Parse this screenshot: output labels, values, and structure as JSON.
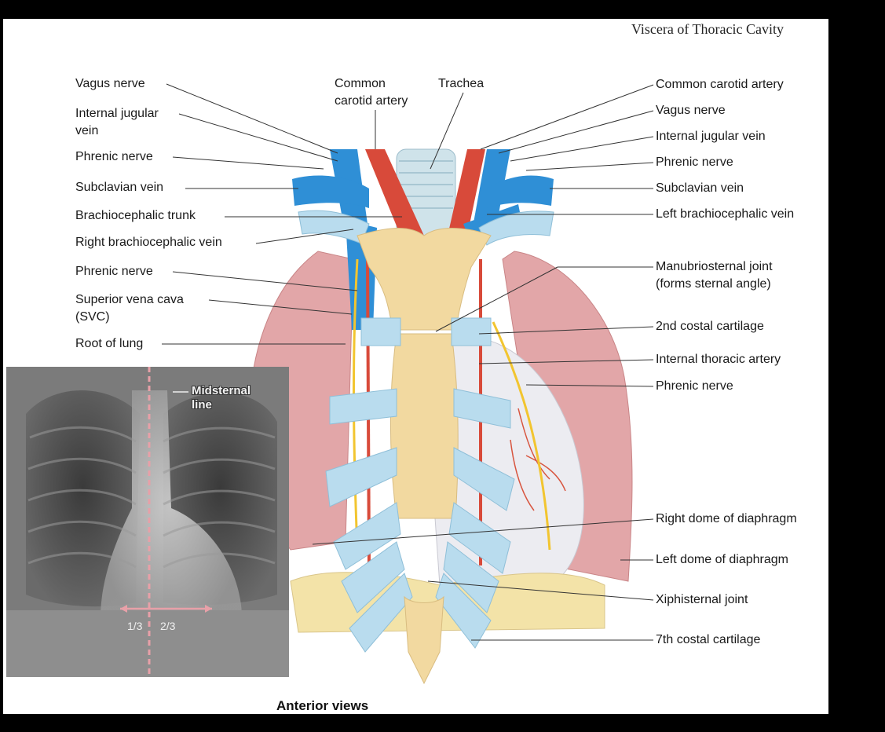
{
  "title": "Viscera of Thoracic Cavity",
  "caption": "Anterior views",
  "left_labels": [
    "Vagus nerve",
    "Internal jugular\nvein",
    "Phrenic nerve",
    "Subclavian vein",
    "Brachiocephalic trunk",
    "Right brachiocephalic vein",
    "Phrenic nerve",
    "Superior vena cava\n(SVC)",
    "Root of lung"
  ],
  "top_labels": [
    "Common\ncarotid artery",
    "Trachea"
  ],
  "right_labels": [
    "Common carotid artery",
    "Vagus nerve",
    "Internal jugular vein",
    "Phrenic nerve",
    "Subclavian vein",
    "Left brachiocephalic vein",
    "Manubriosternal joint\n(forms sternal angle)",
    "2nd costal cartilage",
    "Internal thoracic artery",
    "Phrenic nerve",
    "Right dome of diaphragm",
    "Left dome of diaphragm",
    "Xiphisternal joint",
    "7th costal cartilage"
  ],
  "xray": {
    "midline_label": "Midsternal\nline",
    "left_fraction": "1/3",
    "right_fraction": "2/3"
  },
  "colors": {
    "vein": "#2f8fd6",
    "artery": "#d84a3a",
    "bone": "#f2d9a0",
    "cartilage": "#b9dcee",
    "lung": "#e2a6a8",
    "heart": "#eeeef2",
    "nerve": "#f2c530"
  }
}
